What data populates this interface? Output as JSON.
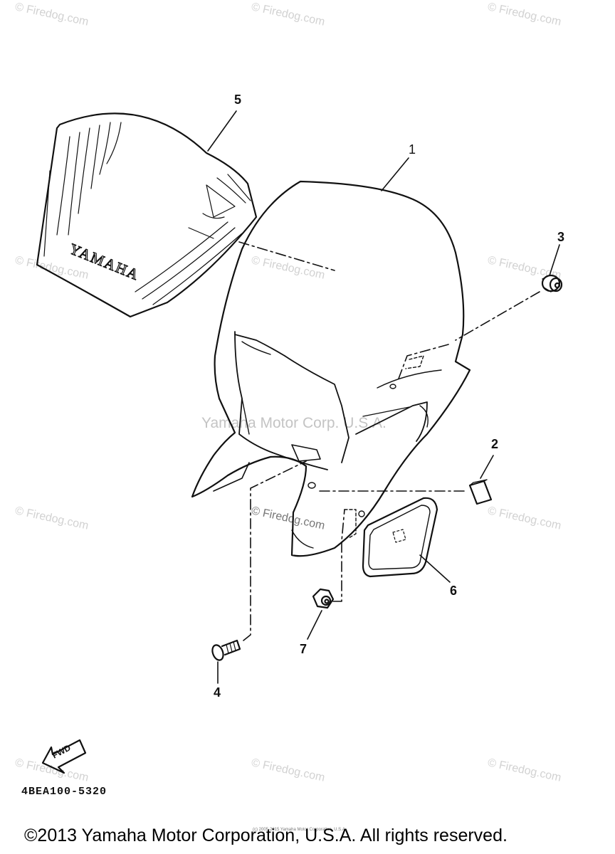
{
  "watermark": {
    "text": "© Firedog.com",
    "center_text": "Yamaha Motor Corp. U.S.A."
  },
  "parts": {
    "p1": "1",
    "p2": "2",
    "p3": "3",
    "p4": "4",
    "p5": "5",
    "p6": "6",
    "p7": "7"
  },
  "windscreen_logo": "YAMAHA",
  "fwd_label": "FWD",
  "diagram_code": "4BEA100-5320",
  "copyright": "©2013 Yamaha Motor Corporation, U.S.A. All rights reserved.",
  "small_notice": "(c) 2005-2015 Yamaha Motor Corporation, U.S.A.",
  "colors": {
    "line": "#111111",
    "watermark": "#d2d2d2",
    "background": "#ffffff"
  }
}
